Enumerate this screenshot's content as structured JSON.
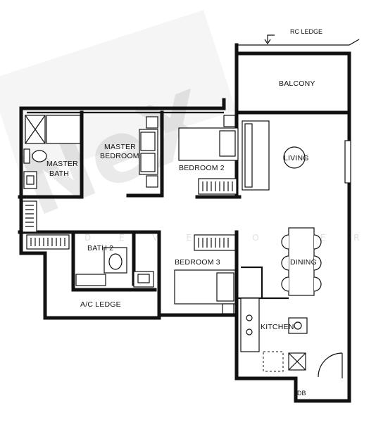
{
  "watermark": {
    "brand": "NeX",
    "tagline": "D E V E L O P E R S"
  },
  "labels": {
    "rc_ledge": "RC LEDGE",
    "balcony": "BALCONY",
    "master_bedroom_line1": "MASTER",
    "master_bedroom_line2": "BEDROOM",
    "master_bath_line1": "MASTER",
    "master_bath_line2": "BATH",
    "bedroom2": "BEDROOM 2",
    "living": "LIVING",
    "bath2": "BATH 2",
    "bedroom3": "BEDROOM 3",
    "dining": "DINING",
    "ac_ledge": "A/C LEDGE",
    "kitchen": "KITCHEN",
    "db": "DB"
  }
}
